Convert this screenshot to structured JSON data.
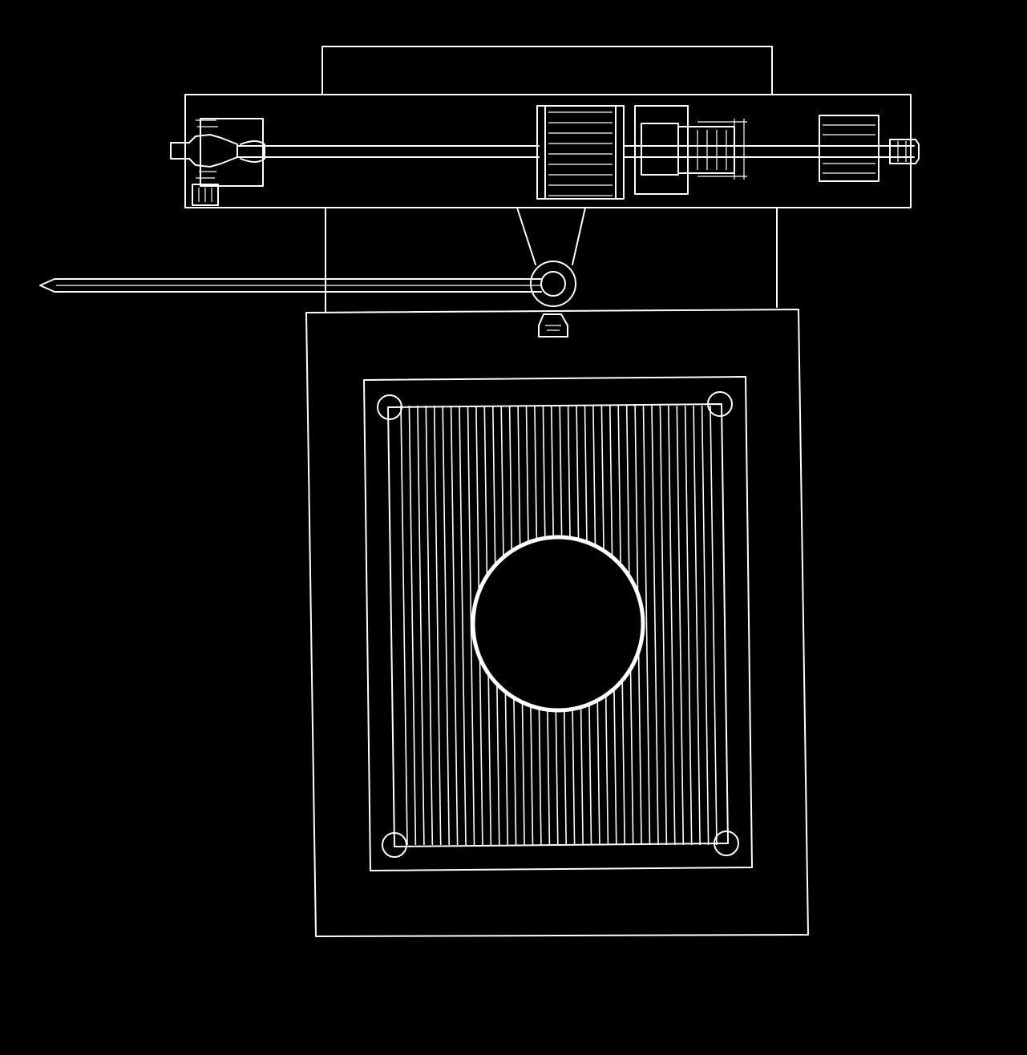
{
  "drawing": {
    "background_color": "#000000",
    "line_color": "#ffffff",
    "style": "white line drawing on black (negative)",
    "labels": []
  },
  "components": [
    {
      "name": "back-housing-block"
    },
    {
      "name": "tonearm-base-plate"
    },
    {
      "name": "tonearm-tube"
    },
    {
      "name": "headshell"
    },
    {
      "name": "cartridge"
    },
    {
      "name": "motor-coil-assembly"
    },
    {
      "name": "linkage-block"
    },
    {
      "name": "counterweight"
    },
    {
      "name": "end-cap"
    },
    {
      "name": "support-column"
    },
    {
      "name": "pivot-hub"
    },
    {
      "name": "pointer-needle"
    },
    {
      "name": "hub-mount"
    },
    {
      "name": "outer-frame-plate"
    },
    {
      "name": "grille-frame"
    },
    {
      "name": "vertical-grille-lines",
      "count": 38
    },
    {
      "name": "corner-mounting-holes",
      "count": 4
    },
    {
      "name": "center-aperture"
    }
  ]
}
